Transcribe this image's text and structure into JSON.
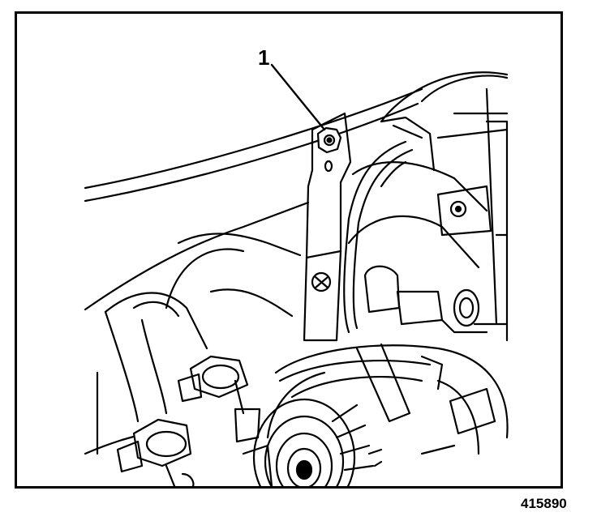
{
  "callouts": [
    {
      "id": "1",
      "label": "1"
    }
  ],
  "figure_number": "415890"
}
